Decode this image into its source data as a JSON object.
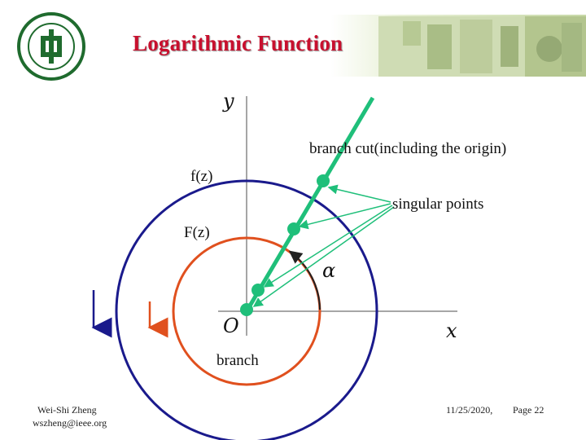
{
  "slide": {
    "title": "Logarithmic Function",
    "footer_author": "Wei-Shi Zheng",
    "footer_email": "wszheng@ieee.org",
    "footer_date": "11/25/2020,",
    "footer_page": "Page 22"
  },
  "diagram": {
    "label_branch_cut": "branch cut(including the origin)",
    "label_fz": "f(z)",
    "label_singular": "singular points",
    "label_Fz": "F(z)",
    "label_branch": "branch",
    "axis_y": "y",
    "axis_x": "x",
    "origin": "O",
    "angle": "α"
  },
  "colors": {
    "title": "#c8102e",
    "branch_cut": "#1fbf7a",
    "outer_circle": "#1a1a8c",
    "inner_circle": "#e0501e",
    "arrow_blue": "#1a1a8c",
    "arrow_red": "#e0501e"
  },
  "icons": {
    "logo": "sun-yat-sen-university-seal-icon"
  }
}
